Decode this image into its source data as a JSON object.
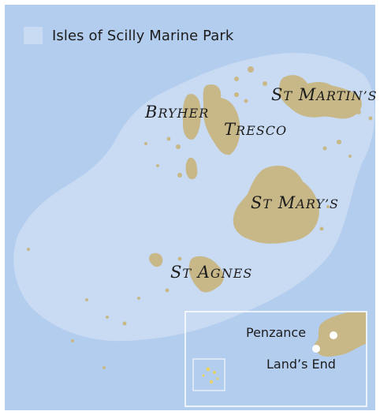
{
  "legend": {
    "label": "Isles of Scilly Marine Park"
  },
  "islands": {
    "bryher": {
      "first": "B",
      "rest": "RYHER"
    },
    "tresco": {
      "first": "T",
      "rest": "RESCO"
    },
    "stmartins": {
      "first1": "S",
      "rest1": "T",
      "first2": "M",
      "rest2": "ARTIN’S"
    },
    "stmarys": {
      "first1": "S",
      "rest1": "T",
      "first2": "M",
      "rest2": "ARY’S"
    },
    "stagnes": {
      "first1": "S",
      "rest1": "T",
      "first2": "A",
      "rest2": "GNES"
    }
  },
  "inset": {
    "penzance": "Penzance",
    "lands_end": "Land’s End"
  },
  "colors": {
    "sea": "#b3cdee",
    "park": "#c9daf3",
    "land": "#c8b888",
    "inset_frame": "#ffffff",
    "marker": "#ffffff",
    "inset_islands": "#e6d36a"
  }
}
